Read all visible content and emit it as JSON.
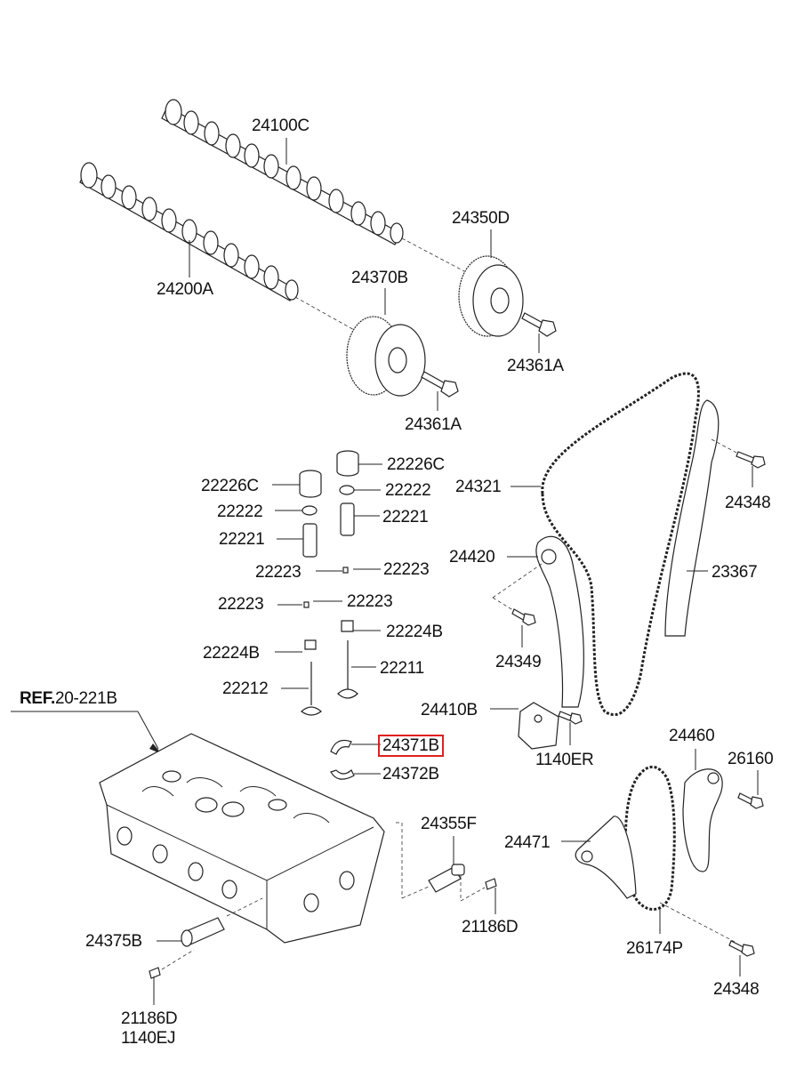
{
  "diagram": {
    "title": "Camshaft & Valve / Timing Chain Parts",
    "highlight_color": "#e02020",
    "reference": {
      "prefix": "REF.",
      "code": "20-221B"
    },
    "labels": {
      "camshaft_exhaust": "24100C",
      "camshaft_intake": "24200A",
      "cvvt_exhaust": "24350D",
      "cvvt_intake": "24370B",
      "cvvt_bolt_1": "24361A",
      "cvvt_bolt_2": "24361A",
      "tappet_right": "22226C",
      "tappet_left": "22226C",
      "retainer_right": "22222",
      "retainer_left": "22222",
      "spring_right": "22221",
      "spring_left": "22221",
      "cotter_1a": "22223",
      "cotter_1b": "22223",
      "cotter_2a": "22223",
      "cotter_2b": "22223",
      "seal_right": "22224B",
      "seal_left": "22224B",
      "valve_intake": "22211",
      "valve_exhaust": "22212",
      "bearing_upper": "24371B",
      "bearing_lower": "24372B",
      "timing_chain": "24321",
      "guide_bolt_top": "24348",
      "chain_guide": "23367",
      "tensioner_arm": "24420",
      "arm_bolt": "24349",
      "tensioner": "24410B",
      "tensioner_bolt": "1140ER",
      "oil_chain_guide": "24460",
      "guide_bolt": "26160",
      "oil_pump_tensioner": "24471",
      "oil_pump_chain": "26174P",
      "guide_bolt_bottom": "24348",
      "ocv_exhaust": "24355F",
      "ocv_bolt_right": "21186D",
      "ocv_intake": "24375B",
      "ocv_bolt_left_1": "21186D",
      "ocv_bolt_left_2": "1140EJ"
    },
    "highlighted_part": "24371B"
  }
}
